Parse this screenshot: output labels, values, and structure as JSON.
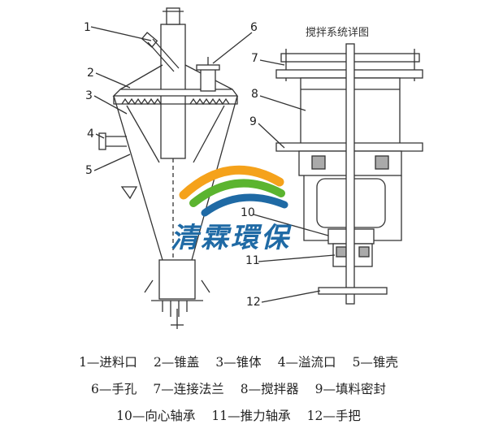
{
  "detail_title": "搅拌系统详图",
  "callouts": [
    "1",
    "2",
    "3",
    "4",
    "5",
    "6",
    "7",
    "8",
    "9",
    "10",
    "11",
    "12"
  ],
  "watermark": {
    "text": "清霖環保",
    "colors": [
      "#f5a21b",
      "#5bb42f",
      "#1f6aa5"
    ]
  },
  "legend": [
    [
      "1—进料口",
      "2—锥盖",
      "3—锥体",
      "4—溢流口",
      "5—锥壳"
    ],
    [
      "6—手孔",
      "7—连接法兰",
      "8—搅拌器",
      "9—填料密封"
    ],
    [
      "10—向心轴承",
      "11—推力轴承",
      "12—手把"
    ]
  ]
}
